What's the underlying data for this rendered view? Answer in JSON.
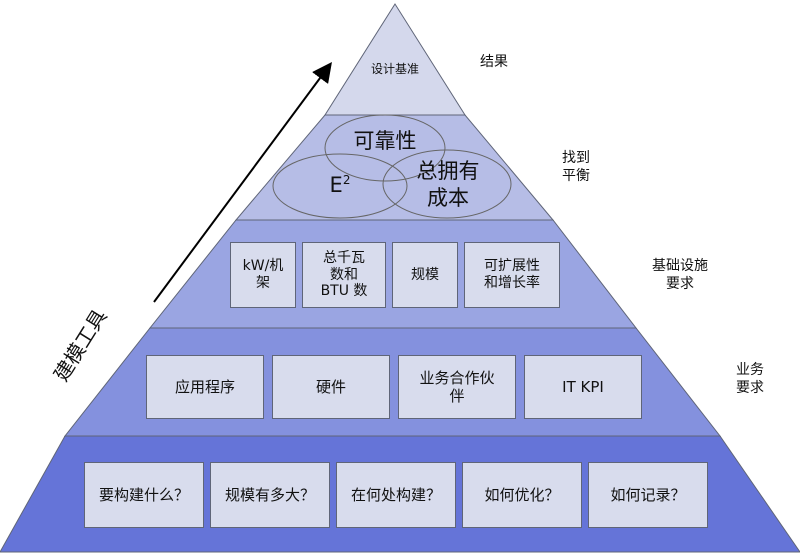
{
  "colors": {
    "tier_top": "#d4d8ec",
    "tier_2": "#b6bde6",
    "tier_3": "#9aa5e2",
    "tier_4": "#8491de",
    "tier_5": "#6574d8",
    "box_fill": "#d8dced",
    "outline": "#5f6578"
  },
  "pyramid": {
    "top": {
      "label": "设计基准"
    },
    "balance": {
      "reliability": "可靠性",
      "energy_efficiency": "E",
      "energy_efficiency_sup": "2",
      "tco": "总拥有\n成本"
    },
    "infrastructure_boxes": [
      "kW/机\n架",
      "总千瓦\n数和\nBTU 数",
      "规模",
      "可扩展性\n和增长率"
    ],
    "business_boxes": [
      "应用程序",
      "硬件",
      "业务合作伙\n伴",
      "IT KPI"
    ],
    "question_boxes": [
      "要构建什么？",
      "规模有多大？",
      "在何处构建？",
      "如何优化？",
      "如何记录？"
    ]
  },
  "side_labels": {
    "result": "结果",
    "balance": "找到\n平衡",
    "infrastructure": "基础设施\n要求",
    "business": "业务\n要求"
  },
  "arrow_label": "建模工具"
}
